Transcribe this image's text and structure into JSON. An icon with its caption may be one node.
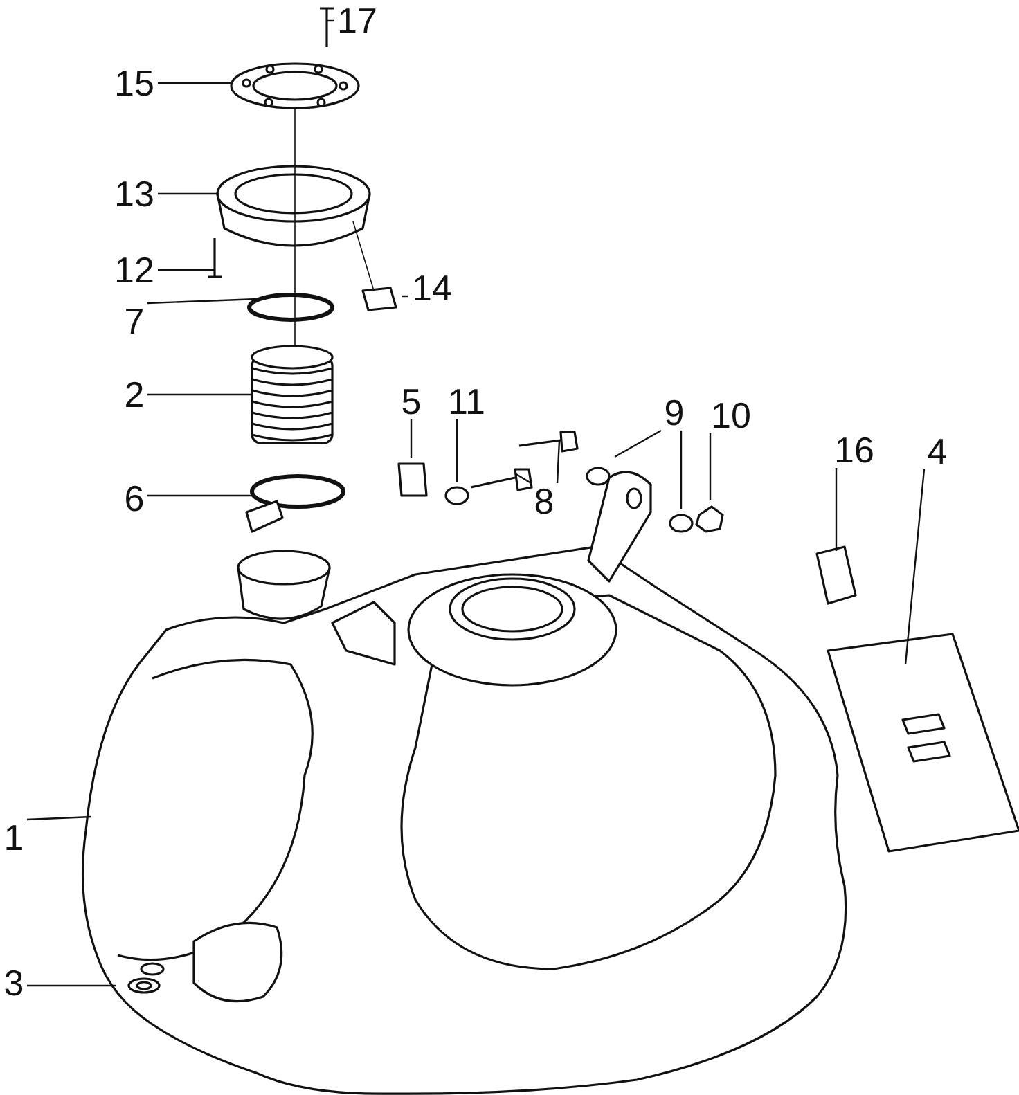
{
  "diagram": {
    "nodes": [
      {
        "text": [
          "17"
        ]
      },
      {
        "text": [
          "15"
        ]
      },
      {
        "text": [
          "13"
        ]
      },
      {
        "text": [
          "12"
        ]
      },
      {
        "text": [
          "14"
        ]
      },
      {
        "text": [
          "7"
        ]
      },
      {
        "text": [
          "2"
        ]
      },
      {
        "text": [
          "5"
        ]
      },
      {
        "text": [
          "11"
        ]
      },
      {
        "text": [
          "9"
        ]
      },
      {
        "text": [
          "10"
        ]
      },
      {
        "text": [
          "16"
        ]
      },
      {
        "text": [
          "4"
        ]
      },
      {
        "text": [
          "6"
        ]
      },
      {
        "text": [
          "8"
        ]
      },
      {
        "text": [
          "1"
        ]
      },
      {
        "text": [
          "3"
        ]
      }
    ],
    "edges": [
      {
        "from": 0,
        "to": null,
        "arrow": "none"
      },
      {
        "from": 1,
        "to": null,
        "arrow": "none"
      },
      {
        "from": 2,
        "to": null,
        "arrow": "none"
      },
      {
        "from": 3,
        "to": null,
        "arrow": "none"
      },
      {
        "from": 4,
        "to": null,
        "arrow": "none"
      },
      {
        "from": 5,
        "to": null,
        "arrow": "none"
      },
      {
        "from": 6,
        "to": null,
        "arrow": "none"
      },
      {
        "from": 7,
        "to": null,
        "arrow": "none"
      },
      {
        "from": 8,
        "to": null,
        "arrow": "none"
      },
      {
        "from": 9,
        "to": null,
        "arrow": "none"
      },
      {
        "from": 9,
        "to": null,
        "arrow": "none"
      },
      {
        "from": 10,
        "to": null,
        "arrow": "none"
      },
      {
        "from": 11,
        "to": null,
        "arrow": "none"
      },
      {
        "from": 12,
        "to": null,
        "arrow": "none"
      },
      {
        "from": 13,
        "to": null,
        "arrow": "none"
      },
      {
        "from": 14,
        "to": null,
        "arrow": "none"
      },
      {
        "from": 14,
        "to": null,
        "arrow": "none"
      },
      {
        "from": 15,
        "to": null,
        "arrow": "none"
      },
      {
        "from": 16,
        "to": null,
        "arrow": "none"
      }
    ]
  }
}
